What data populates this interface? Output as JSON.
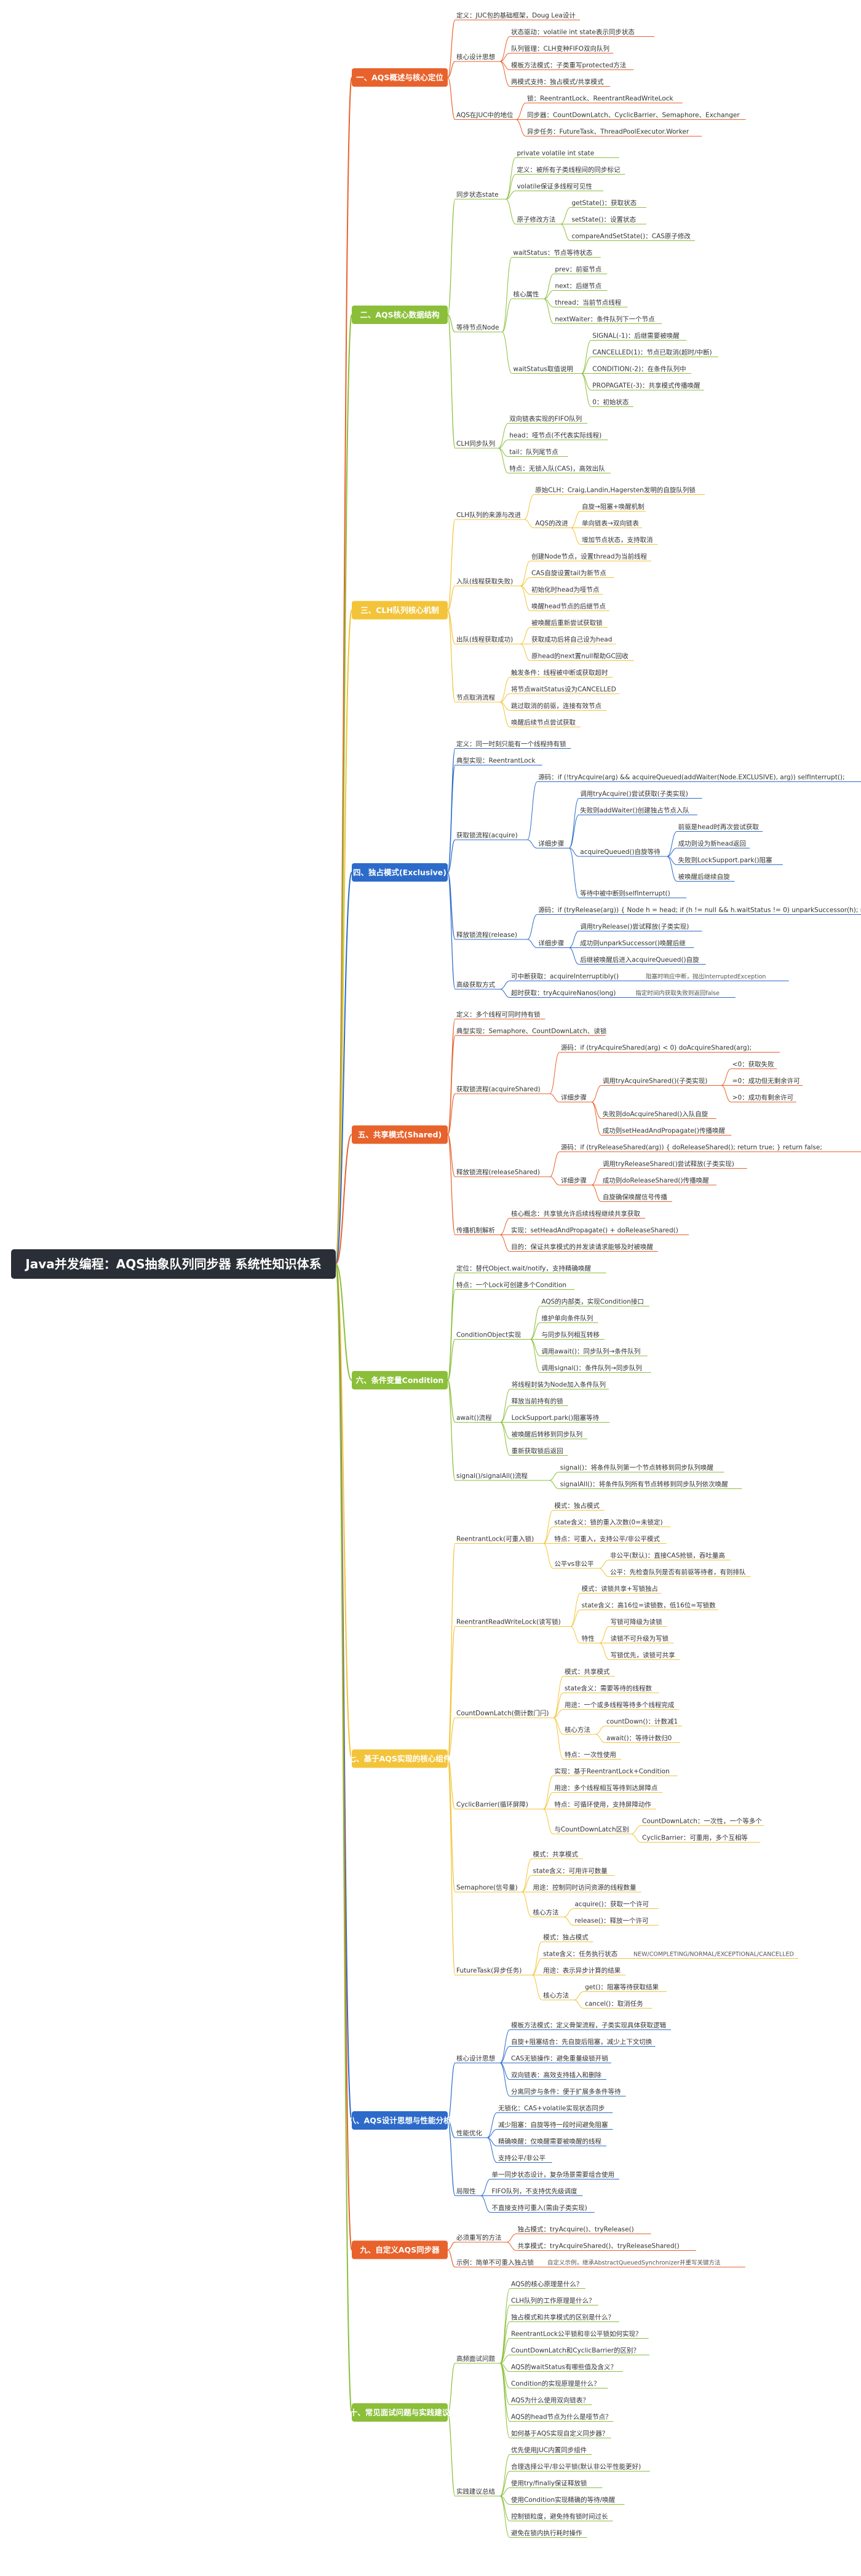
{
  "root": "Java并发编程：AQS抽象队列同步器 系统性知识体系",
  "colors": {
    "root_bg": "#2a2e36",
    "orange": "#e8622c",
    "green": "#8bbf3a",
    "yellow": "#f3c43a",
    "blue": "#2c6bc9"
  },
  "branches": [
    {
      "label": "一、AQS概述与核心定位",
      "color": "orange",
      "children": [
        {
          "text": "定义：JUC包的基础框架，Doug Lea设计"
        },
        {
          "text": "核心设计思想",
          "children": [
            {
              "text": "状态驱动：volatile int state表示同步状态"
            },
            {
              "text": "队列管理：CLH变种FIFO双向队列"
            },
            {
              "text": "模板方法模式：子类重写protected方法"
            },
            {
              "text": "两模式支持：独占模式/共享模式"
            }
          ]
        },
        {
          "text": "AQS在JUC中的地位",
          "children": [
            {
              "text": "锁：ReentrantLock、ReentrantReadWriteLock"
            },
            {
              "text": "同步器：CountDownLatch、CyclicBarrier、Semaphore、Exchanger"
            },
            {
              "text": "异步任务：FutureTask、ThreadPoolExecutor.Worker"
            }
          ]
        }
      ]
    },
    {
      "label": "二、AQS核心数据结构",
      "color": "green",
      "children": [
        {
          "text": "同步状态state",
          "children": [
            {
              "text": "private volatile int state"
            },
            {
              "text": "定义：被所有子类线程间的同步标记"
            },
            {
              "text": "volatile保证多线程可见性"
            },
            {
              "text": "原子修改方法",
              "children": [
                {
                  "text": "getState()：获取状态"
                },
                {
                  "text": "setState()：设置状态"
                },
                {
                  "text": "compareAndSetState()：CAS原子修改"
                }
              ]
            }
          ]
        },
        {
          "text": "等待节点Node",
          "children": [
            {
              "text": "waitStatus：节点等待状态"
            },
            {
              "text": "核心属性",
              "children": [
                {
                  "text": "prev：前驱节点"
                },
                {
                  "text": "next：后继节点"
                },
                {
                  "text": "thread：当前节点线程"
                },
                {
                  "text": "nextWaiter：条件队列下一个节点"
                }
              ]
            },
            {
              "text": "waitStatus取值说明",
              "children": [
                {
                  "text": "SIGNAL(-1)：后继需要被唤醒"
                },
                {
                  "text": "CANCELLED(1)：节点已取消(超时/中断)"
                },
                {
                  "text": "CONDITION(-2)：在条件队列中"
                },
                {
                  "text": "PROPAGATE(-3)：共享模式传播唤醒"
                },
                {
                  "text": "0：初始状态"
                }
              ]
            }
          ]
        },
        {
          "text": "CLH同步队列",
          "children": [
            {
              "text": "双向链表实现的FIFO队列"
            },
            {
              "text": "head：哑节点(不代表实际线程)"
            },
            {
              "text": "tail：队列尾节点"
            },
            {
              "text": "特点：无锁入队(CAS)，高效出队"
            }
          ]
        }
      ]
    },
    {
      "label": "三、CLH队列核心机制",
      "color": "yellow",
      "children": [
        {
          "text": "CLH队列的来源与改进",
          "children": [
            {
              "text": "原始CLH：Craig,Landin,Hagersten发明的自旋队列锁"
            },
            {
              "text": "AQS的改进",
              "children": [
                {
                  "text": "自旋→阻塞+唤醒机制"
                },
                {
                  "text": "单向链表→双向链表"
                },
                {
                  "text": "增加节点状态，支持取消"
                }
              ]
            }
          ]
        },
        {
          "text": "入队(线程获取失败)",
          "children": [
            {
              "text": "创建Node节点，设置thread为当前线程"
            },
            {
              "text": "CAS自旋设置tail为新节点"
            },
            {
              "text": "初始化时head为哑节点"
            },
            {
              "text": "唤醒head节点的后继节点"
            }
          ]
        },
        {
          "text": "出队(线程获取成功)",
          "children": [
            {
              "text": "被唤醒后重新尝试获取锁"
            },
            {
              "text": "获取成功后将自己设为head"
            },
            {
              "text": "原head的next置null帮助GC回收"
            }
          ]
        },
        {
          "text": "节点取消流程",
          "children": [
            {
              "text": "触发条件：线程被中断或获取超时"
            },
            {
              "text": "将节点waitStatus设为CANCELLED"
            },
            {
              "text": "跳过取消的前驱，连接有效节点"
            },
            {
              "text": "唤醒后续节点尝试获取"
            }
          ]
        }
      ]
    },
    {
      "label": "四、独占模式(Exclusive)",
      "color": "blue",
      "children": [
        {
          "text": "定义：同一时刻只能有一个线程持有锁"
        },
        {
          "text": "典型实现：ReentrantLock"
        },
        {
          "text": "获取锁流程(acquire)",
          "children": [
            {
              "text": "源码：if (!tryAcquire(arg) && acquireQueued(addWaiter(Node.EXCLUSIVE), arg)) selfInterrupt();"
            },
            {
              "text": "详细步骤",
              "children": [
                {
                  "text": "调用tryAcquire()尝试获取(子类实现)"
                },
                {
                  "text": "失败则addWaiter()创建独占节点入队"
                },
                {
                  "text": "acquireQueued()自旋等待",
                  "children": [
                    {
                      "text": "前驱是head时再次尝试获取"
                    },
                    {
                      "text": "成功则设为新head返回"
                    },
                    {
                      "text": "失败则LockSupport.park()阻塞"
                    },
                    {
                      "text": "被唤醒后继续自旋"
                    }
                  ]
                },
                {
                  "text": "等待中被中断则selfInterrupt()"
                }
              ]
            }
          ]
        },
        {
          "text": "释放锁流程(release)",
          "children": [
            {
              "text": "源码：if (tryRelease(arg)) { Node h = head; if (h != null && h.waitStatus != 0) unparkSuccessor(h); return true; } return false;"
            },
            {
              "text": "详细步骤",
              "children": [
                {
                  "text": "调用tryRelease()尝试释放(子类实现)"
                },
                {
                  "text": "成功则unparkSuccessor()唤醒后继"
                },
                {
                  "text": "后继被唤醒后进入acquireQueued()自旋"
                }
              ]
            }
          ]
        },
        {
          "text": "高级获取方式",
          "children": [
            {
              "text": "可中断获取：acquireInterruptibly()",
              "note": "阻塞时响应中断，抛出InterruptedException"
            },
            {
              "text": "超时获取：tryAcquireNanos(long)",
              "note": "指定时间内获取失败则返回false"
            }
          ]
        }
      ]
    },
    {
      "label": "五、共享模式(Shared)",
      "color": "orange",
      "children": [
        {
          "text": "定义：多个线程可同时持有锁"
        },
        {
          "text": "典型实现：Semaphore、CountDownLatch、读锁"
        },
        {
          "text": "获取锁流程(acquireShared)",
          "children": [
            {
              "text": "源码：if (tryAcquireShared(arg) < 0) doAcquireShared(arg);"
            },
            {
              "text": "详细步骤",
              "children": [
                {
                  "text": "调用tryAcquireShared()(子类实现)",
                  "children": [
                    {
                      "text": "<0：获取失败"
                    },
                    {
                      "text": "=0：成功但无剩余许可"
                    },
                    {
                      "text": ">0：成功有剩余许可"
                    }
                  ]
                },
                {
                  "text": "失败则doAcquireShared()入队自旋"
                },
                {
                  "text": "成功则setHeadAndPropagate()传播唤醒"
                }
              ]
            }
          ]
        },
        {
          "text": "释放锁流程(releaseShared)",
          "children": [
            {
              "text": "源码：if (tryReleaseShared(arg)) { doReleaseShared(); return true; } return false;"
            },
            {
              "text": "详细步骤",
              "children": [
                {
                  "text": "调用tryReleaseShared()尝试释放(子类实现)"
                },
                {
                  "text": "成功则doReleaseShared()传播唤醒"
                },
                {
                  "text": "自旋确保唤醒信号传播"
                }
              ]
            }
          ]
        },
        {
          "text": "传播机制解析",
          "children": [
            {
              "text": "核心概念：共享锁允许后续线程继续共享获取"
            },
            {
              "text": "实现：setHeadAndPropagate() + doReleaseShared()"
            },
            {
              "text": "目的：保证共享模式的并发读请求能够及时被唤醒"
            }
          ]
        }
      ]
    },
    {
      "label": "六、条件变量Condition",
      "color": "green",
      "children": [
        {
          "text": "定位：替代Object.wait/notify，支持精确唤醒"
        },
        {
          "text": "特点：一个Lock可创建多个Condition"
        },
        {
          "text": "ConditionObject实现",
          "children": [
            {
              "text": "AQS的内部类，实现Condition接口"
            },
            {
              "text": "维护单向条件队列"
            },
            {
              "text": "与同步队列相互转移"
            },
            {
              "text": "调用await()：同步队列→条件队列"
            },
            {
              "text": "调用signal()：条件队列→同步队列"
            }
          ]
        },
        {
          "text": "await()流程",
          "children": [
            {
              "text": "将线程封装为Node加入条件队列"
            },
            {
              "text": "释放当前持有的锁"
            },
            {
              "text": "LockSupport.park()阻塞等待"
            },
            {
              "text": "被唤醒后转移到同步队列"
            },
            {
              "text": "重新获取锁后返回"
            }
          ]
        },
        {
          "text": "signal()/signalAll()流程",
          "children": [
            {
              "text": "signal()：将条件队列第一个节点转移到同步队列唤醒"
            },
            {
              "text": "signalAll()：将条件队列所有节点转移到同步队列依次唤醒"
            }
          ]
        }
      ]
    },
    {
      "label": "七、基于AQS实现的核心组件",
      "color": "yellow",
      "children": [
        {
          "text": "ReentrantLock(可重入锁)",
          "children": [
            {
              "text": "模式：独占模式"
            },
            {
              "text": "state含义：锁的重入次数(0=未锁定)"
            },
            {
              "text": "特点：可重入，支持公平/非公平模式"
            },
            {
              "text": "公平vs非公平",
              "children": [
                {
                  "text": "非公平(默认)：直接CAS抢锁，吞吐量高"
                },
                {
                  "text": "公平：先检查队列是否有前驱等待者，有则排队"
                }
              ]
            }
          ]
        },
        {
          "text": "ReentrantReadWriteLock(读写锁)",
          "children": [
            {
              "text": "模式：读锁共享+写锁独占"
            },
            {
              "text": "state含义：高16位=读锁数，低16位=写锁数"
            },
            {
              "text": "特性",
              "children": [
                {
                  "text": "写锁可降级为读锁"
                },
                {
                  "text": "读锁不可升级为写锁"
                },
                {
                  "text": "写锁优先，读锁可共享"
                }
              ]
            }
          ]
        },
        {
          "text": "CountDownLatch(倒计数门闩)",
          "children": [
            {
              "text": "模式：共享模式"
            },
            {
              "text": "state含义：需要等待的线程数"
            },
            {
              "text": "用途：一个或多线程等待多个线程完成"
            },
            {
              "text": "核心方法",
              "children": [
                {
                  "text": "countDown()：计数减1"
                },
                {
                  "text": "await()：等待计数归0"
                }
              ]
            },
            {
              "text": "特点：一次性使用"
            }
          ]
        },
        {
          "text": "CyclicBarrier(循环屏障)",
          "children": [
            {
              "text": "实现：基于ReentrantLock+Condition"
            },
            {
              "text": "用途：多个线程相互等待到达屏障点"
            },
            {
              "text": "特点：可循环使用，支持屏障动作"
            },
            {
              "text": "与CountDownLatch区别",
              "children": [
                {
                  "text": "CountDownLatch：一次性，一个等多个"
                },
                {
                  "text": "CyclicBarrier：可重用，多个互相等"
                }
              ]
            }
          ]
        },
        {
          "text": "Semaphore(信号量)",
          "children": [
            {
              "text": "模式：共享模式"
            },
            {
              "text": "state含义：可用许可数量"
            },
            {
              "text": "用途：控制同时访问资源的线程数量"
            },
            {
              "text": "核心方法",
              "children": [
                {
                  "text": "acquire()：获取一个许可"
                },
                {
                  "text": "release()：释放一个许可"
                }
              ]
            }
          ]
        },
        {
          "text": "FutureTask(异步任务)",
          "children": [
            {
              "text": "模式：独占模式"
            },
            {
              "text": "state含义：任务执行状态",
              "note": "NEW/COMPLETING/NORMAL/EXCEPTIONAL/CANCELLED"
            },
            {
              "text": "用途：表示异步计算的结果"
            },
            {
              "text": "核心方法",
              "children": [
                {
                  "text": "get()：阻塞等待获取结果"
                },
                {
                  "text": "cancel()：取消任务"
                }
              ]
            }
          ]
        }
      ]
    },
    {
      "label": "八、AQS设计思想与性能分析",
      "color": "blue",
      "children": [
        {
          "text": "核心设计思想",
          "children": [
            {
              "text": "模板方法模式：定义骨架流程，子类实现具体获取逻辑"
            },
            {
              "text": "自旋+阻塞结合：先自旋后阻塞，减少上下文切换"
            },
            {
              "text": "CAS无锁操作：避免重量级锁开销"
            },
            {
              "text": "双向链表：高效支持插入和删除"
            },
            {
              "text": "分离同步与条件：便于扩展多条件等待"
            }
          ]
        },
        {
          "text": "性能优化",
          "children": [
            {
              "text": "无锁化：CAS+volatile实现状态同步"
            },
            {
              "text": "减少阻塞：自旋等待一段时间避免阻塞"
            },
            {
              "text": "精确唤醒：仅唤醒需要被唤醒的线程"
            },
            {
              "text": "支持公平/非公平"
            }
          ]
        },
        {
          "text": "局限性",
          "children": [
            {
              "text": "单一同步状态设计，复杂场景需要组合使用"
            },
            {
              "text": "FIFO队列，不支持优先级调度"
            },
            {
              "text": "不直接支持可重入(需由子类实现)"
            }
          ]
        }
      ]
    },
    {
      "label": "九、自定义AQS同步器",
      "color": "orange",
      "children": [
        {
          "text": "必须重写的方法",
          "children": [
            {
              "text": "独占模式：tryAcquire()、tryRelease()"
            },
            {
              "text": "共享模式：tryAcquireShared()、tryReleaseShared()"
            }
          ]
        },
        {
          "text": "示例：简单不可重入独占锁",
          "note": "自定义示例，继承AbstractQueuedSynchronizer并重写关键方法"
        }
      ]
    },
    {
      "label": "十、常见面试问题与实践建议",
      "color": "green",
      "children": [
        {
          "text": "高频面试问题",
          "children": [
            {
              "text": "AQS的核心原理是什么？"
            },
            {
              "text": "CLH队列的工作原理是什么？"
            },
            {
              "text": "独占模式和共享模式的区别是什么？"
            },
            {
              "text": "ReentrantLock公平锁和非公平锁如何实现？"
            },
            {
              "text": "CountDownLatch和CyclicBarrier的区别？"
            },
            {
              "text": "AQS的waitStatus有哪些值及含义？"
            },
            {
              "text": "Condition的实现原理是什么？"
            },
            {
              "text": "AQS为什么使用双向链表？"
            },
            {
              "text": "AQS的head节点为什么是哑节点？"
            },
            {
              "text": "如何基于AQS实现自定义同步器？"
            }
          ]
        },
        {
          "text": "实践建议总结",
          "children": [
            {
              "text": "优先使用JUC内置同步组件"
            },
            {
              "text": "合理选择公平/非公平锁(默认非公平性能更好)"
            },
            {
              "text": "使用try/finally保证释放锁"
            },
            {
              "text": "使用Condition实现精确的等待/唤醒"
            },
            {
              "text": "控制锁粒度，避免持有锁时间过长"
            },
            {
              "text": "避免在锁内执行耗时操作"
            }
          ]
        }
      ]
    }
  ]
}
